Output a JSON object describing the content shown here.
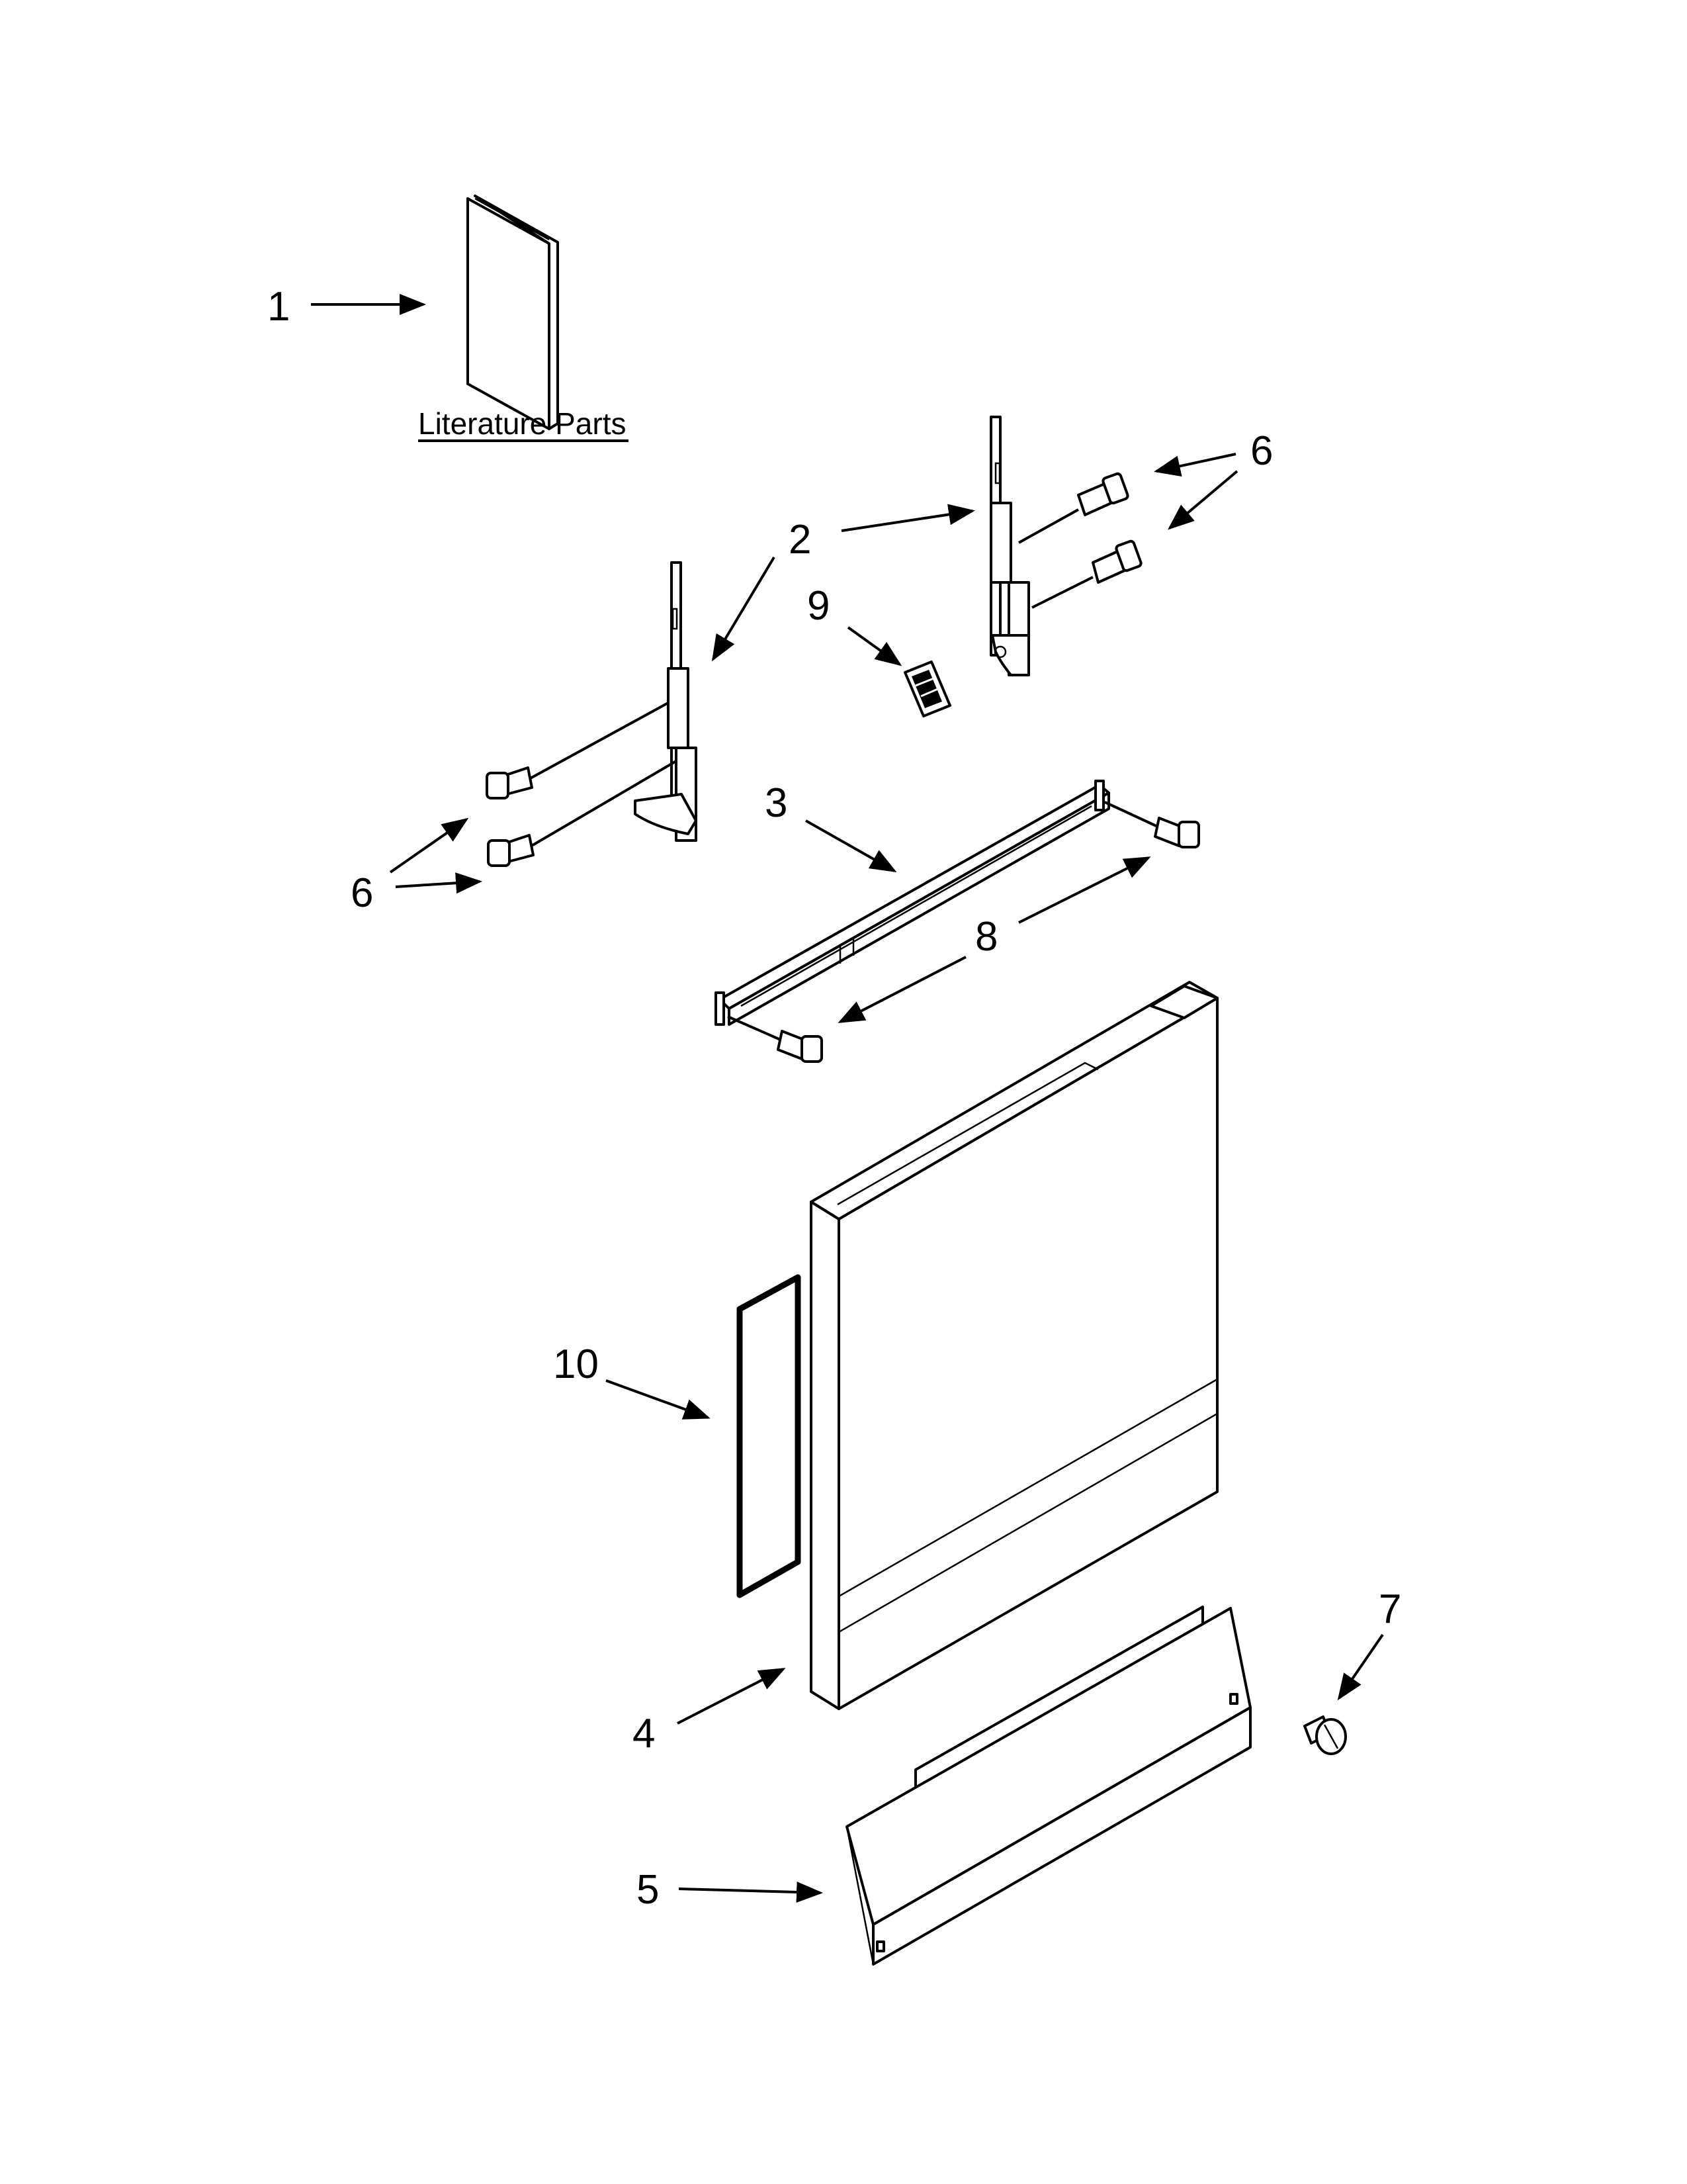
{
  "section_title": "Literature Parts",
  "callouts": {
    "c1": "1",
    "c2": "2",
    "c3": "3",
    "c4": "4",
    "c5": "5",
    "c6_top": "6",
    "c6_left": "6",
    "c7": "7",
    "c8": "8",
    "c9": "9",
    "c10": "10"
  }
}
